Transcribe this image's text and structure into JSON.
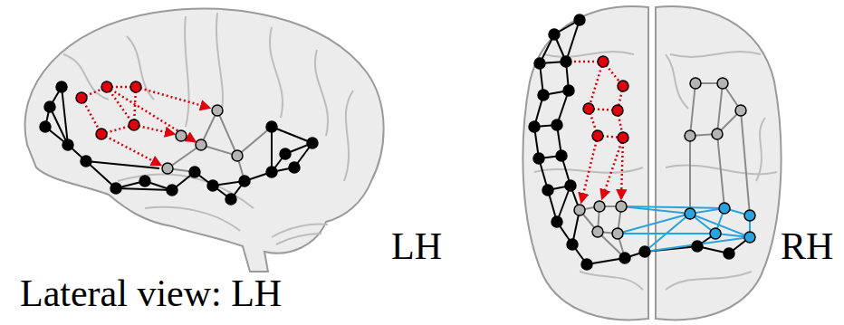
{
  "diagram": {
    "labels": [
      "Lateral view: LH",
      "LH",
      "RH"
    ]
  }
}
